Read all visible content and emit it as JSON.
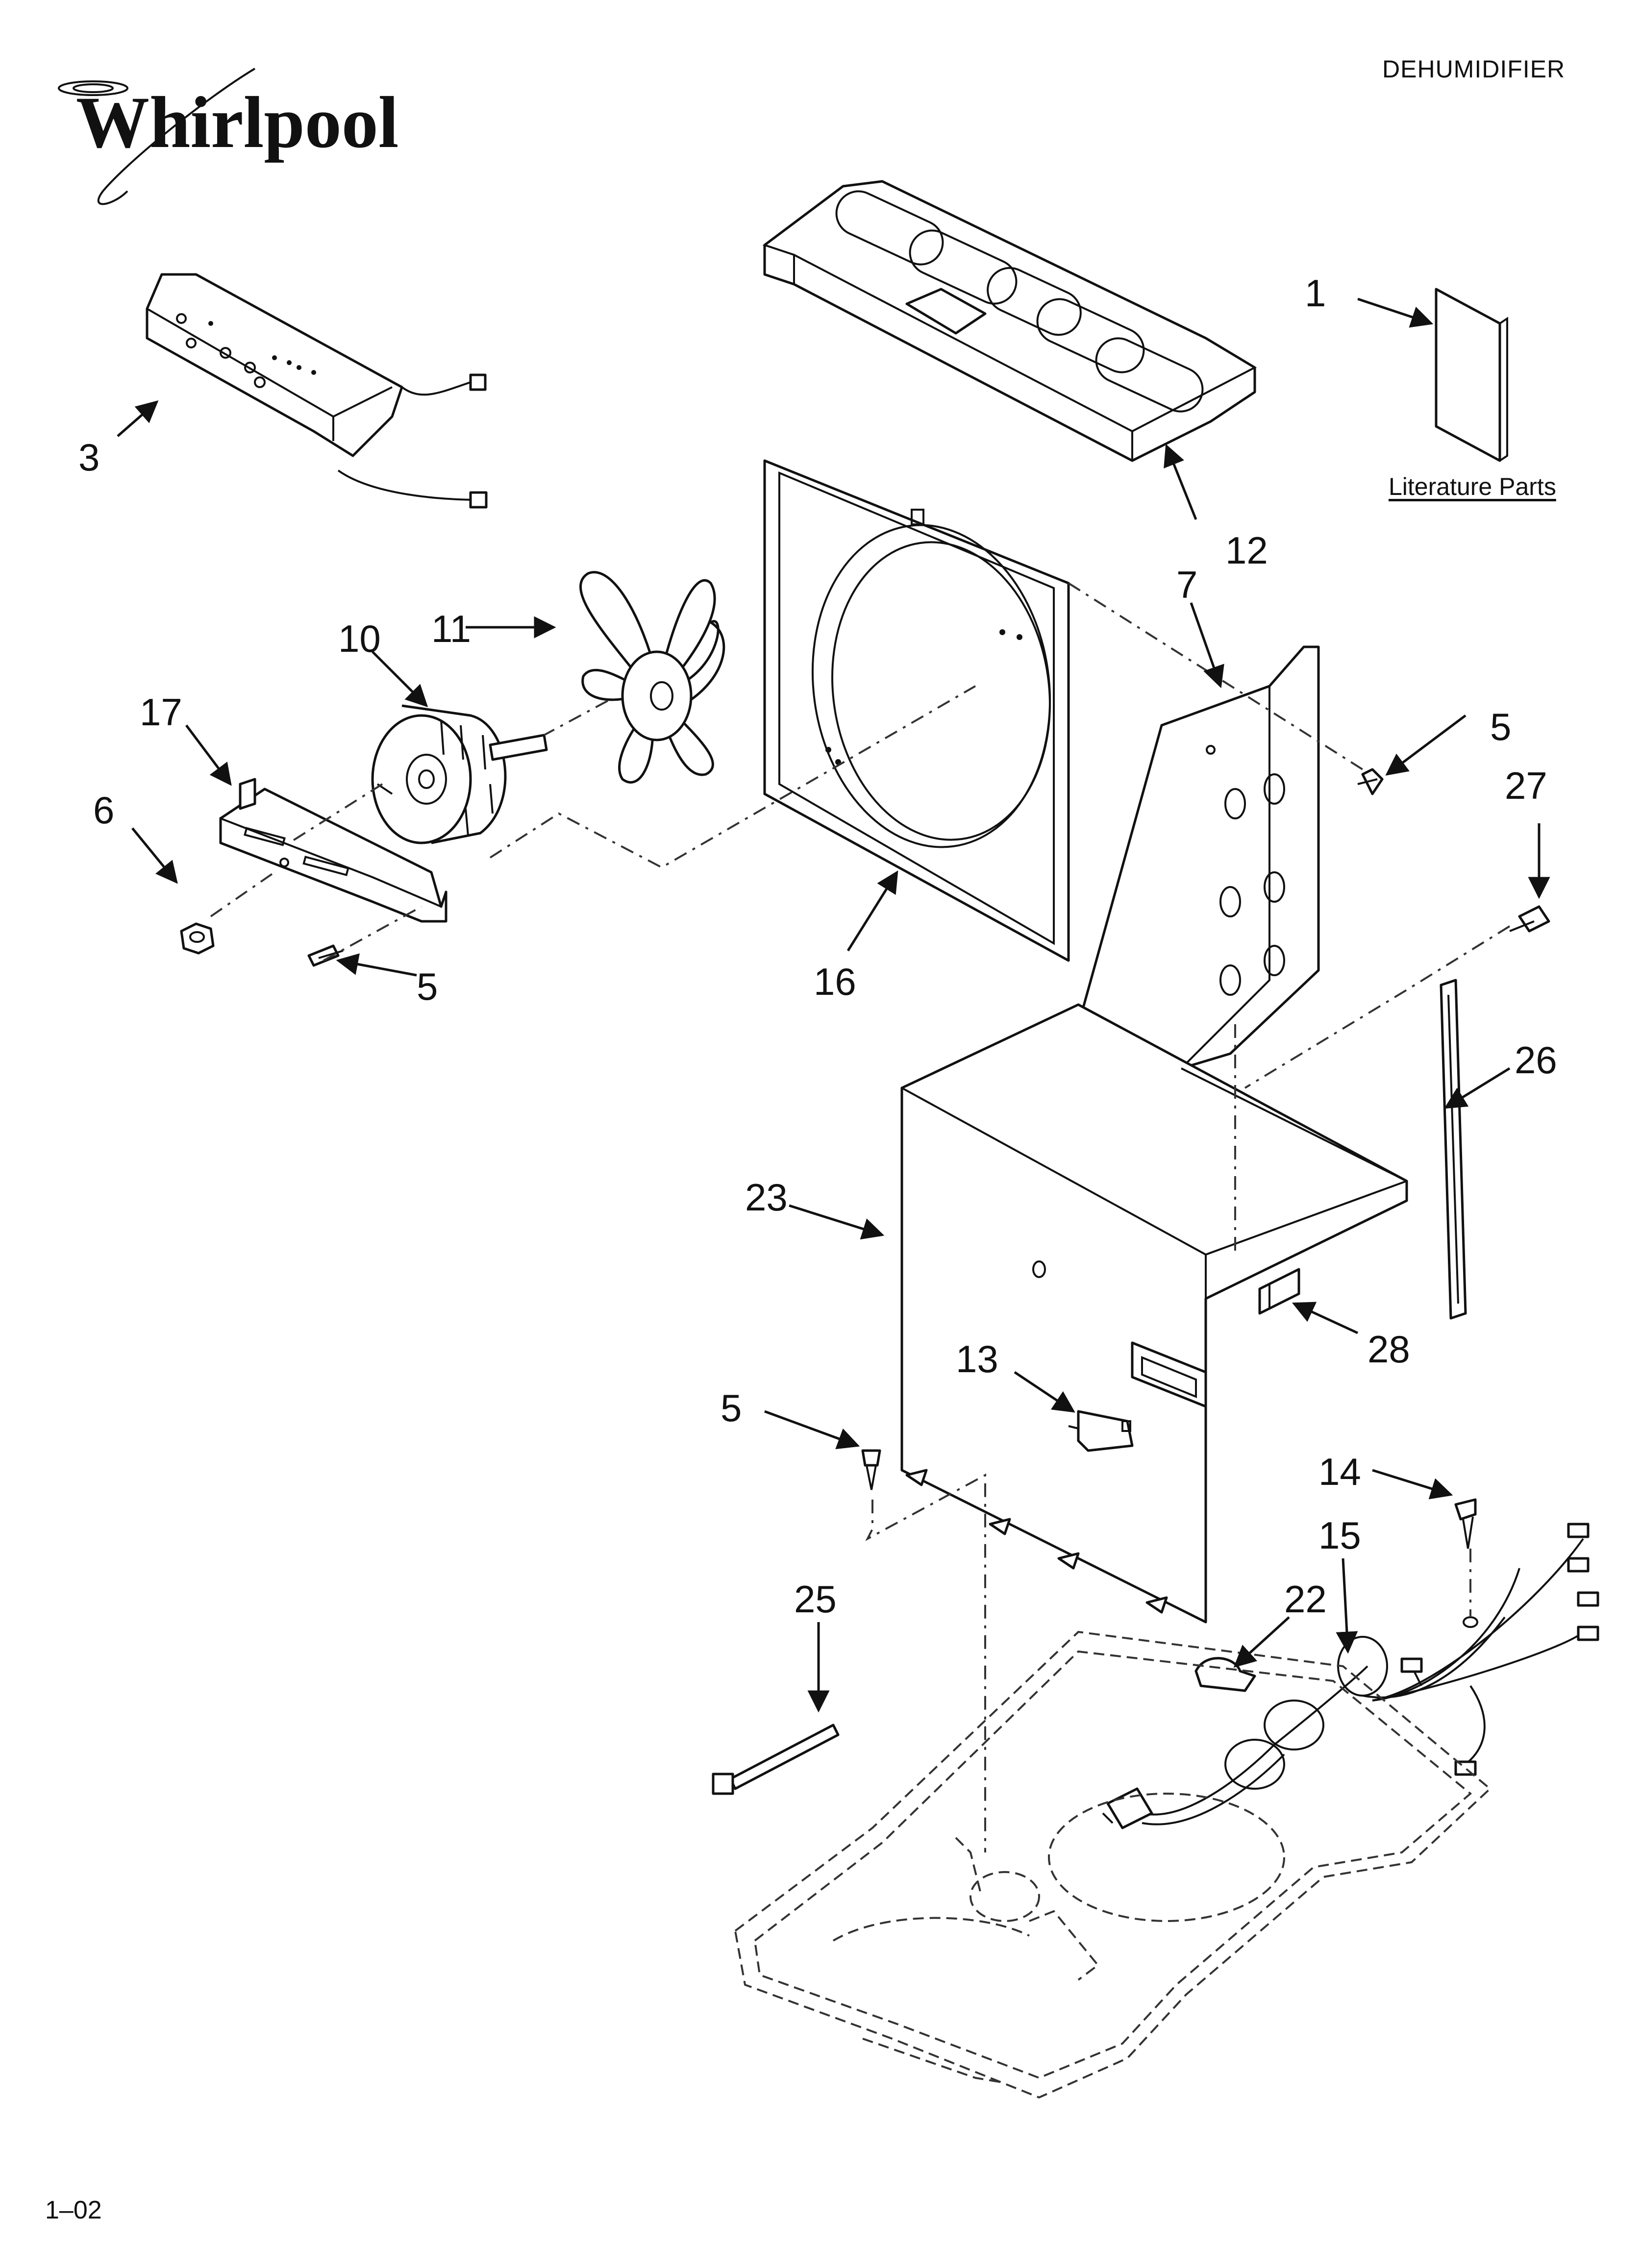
{
  "header": {
    "brand": "Whirlpool",
    "document_title": "DEHUMIDIFIER"
  },
  "literature": {
    "label": "Literature Parts"
  },
  "footer": {
    "code": "1–02"
  },
  "callouts": [
    {
      "id": "c1",
      "label": "1"
    },
    {
      "id": "c3",
      "label": "3"
    },
    {
      "id": "c5a",
      "label": "5"
    },
    {
      "id": "c5b",
      "label": "5"
    },
    {
      "id": "c5c",
      "label": "5"
    },
    {
      "id": "c6",
      "label": "6"
    },
    {
      "id": "c7",
      "label": "7"
    },
    {
      "id": "c10",
      "label": "10"
    },
    {
      "id": "c11",
      "label": "11"
    },
    {
      "id": "c12",
      "label": "12"
    },
    {
      "id": "c13",
      "label": "13"
    },
    {
      "id": "c14",
      "label": "14"
    },
    {
      "id": "c15",
      "label": "15"
    },
    {
      "id": "c16",
      "label": "16"
    },
    {
      "id": "c17",
      "label": "17"
    },
    {
      "id": "c22",
      "label": "22"
    },
    {
      "id": "c23",
      "label": "23"
    },
    {
      "id": "c25",
      "label": "25"
    },
    {
      "id": "c26",
      "label": "26"
    },
    {
      "id": "c27",
      "label": "27"
    },
    {
      "id": "c28",
      "label": "28"
    }
  ]
}
